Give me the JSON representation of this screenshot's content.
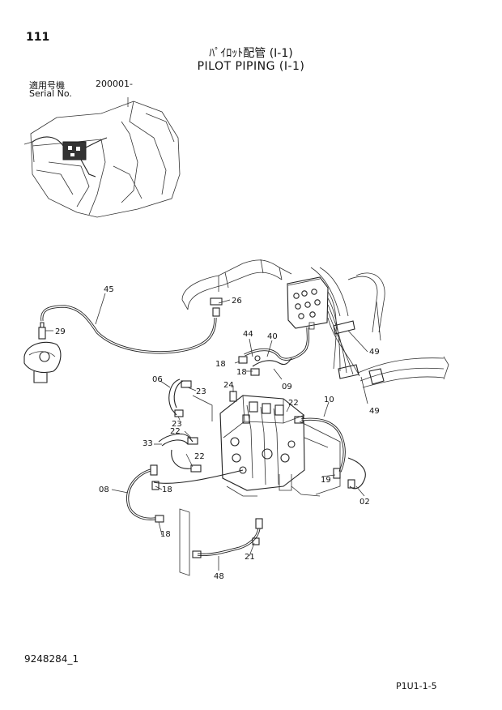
{
  "header": {
    "page_number": "111",
    "title_jp": "ﾊﾟｲﾛｯﾄ配管 (Ⅰ-1)",
    "title_en": "PILOT PIPING (Ⅰ-1)",
    "serial_label_jp": "適用号機",
    "serial_label_en": "Serial No.",
    "serial_value": "200001-"
  },
  "footer": {
    "doc_number": "9248284_1",
    "page_code": "P1U1-1-5"
  },
  "callouts": {
    "c45": "45",
    "c26": "26",
    "c29": "29",
    "c44": "44",
    "c40": "40",
    "c18a": "18",
    "c18b": "18",
    "c18c": "18",
    "c18d": "18",
    "c49a": "49",
    "c49b": "49",
    "c24": "24",
    "c09": "09",
    "c06": "06",
    "c23a": "23",
    "c23b": "23",
    "c22a": "22",
    "c22b": "22",
    "c22c": "22",
    "c10": "10",
    "c33": "33",
    "c19": "19",
    "c08": "08",
    "c02": "02",
    "c21": "21",
    "c48": "48"
  }
}
